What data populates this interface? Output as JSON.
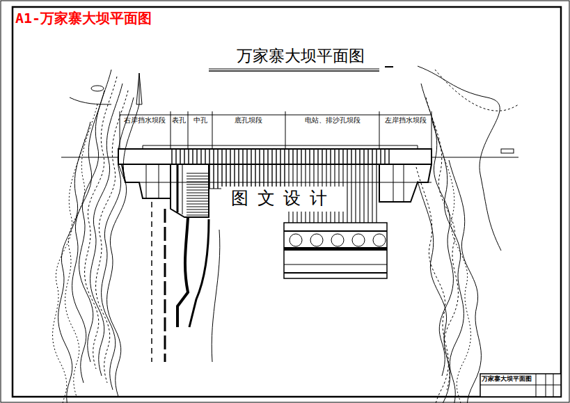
{
  "diagram": {
    "title": "万家寨大坝平面图",
    "nodes": [
      {
        "text": [
          "图文设计"
        ]
      },
      {
        "text": [
          "万家寨大坝平面图"
        ]
      }
    ],
    "labels": [
      "A1-万家寨大坝平面图",
      "右岸挡水坝段",
      "表孔",
      "中孔",
      "底孔坝段",
      "电站、排沙孔坝段",
      "左岸挡水坝段"
    ]
  }
}
